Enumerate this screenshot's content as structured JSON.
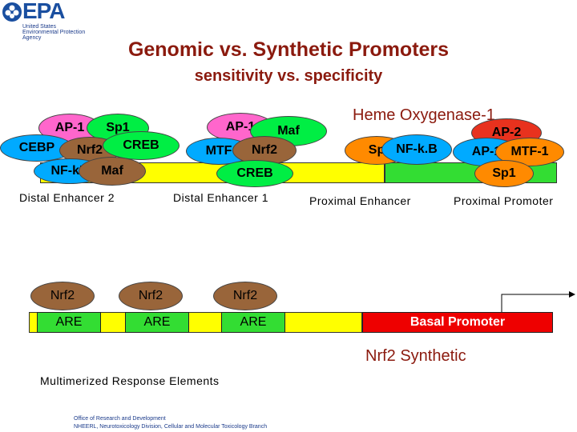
{
  "logo": {
    "name": "EPA",
    "lines": [
      "United States",
      "Environmental Protection",
      "Agency"
    ]
  },
  "title": "Genomic vs. Synthetic Promoters",
  "subtitle": "sensitivity vs. specificity",
  "heme_title": "Heme Oxygenase-1",
  "distal2": {
    "label": "Distal Enhancer 2",
    "ovals": [
      "AP-1",
      "Sp1",
      "CEBP",
      "Nrf2",
      "CREB",
      "NF-kB",
      "Maf"
    ]
  },
  "distal1": {
    "label": "Distal Enhancer 1",
    "ovals": [
      "AP-1",
      "Maf",
      "MTF",
      "Nrf2",
      "CREB"
    ]
  },
  "proximal_enhancer": {
    "label": "Proximal Enhancer",
    "ovals": [
      "Sp",
      "NF-k.B"
    ]
  },
  "proximal_promoter": {
    "label": "Proximal Promoter",
    "ovals": [
      "AP-2",
      "AP-1",
      "MTF-1",
      "Sp1"
    ]
  },
  "synthetic": {
    "nrf2": [
      "Nrf2",
      "Nrf2",
      "Nrf2"
    ],
    "are": [
      "ARE",
      "ARE",
      "ARE"
    ],
    "basal": "Basal Promoter",
    "label": "Nrf2 Synthetic",
    "multimerized": "Multimerized Response Elements"
  },
  "footer": {
    "line1": "Office of Research and Development",
    "line2": "NHEERL, Neurotoxicology Division, Cellular and Molecular Toxicology Branch"
  },
  "colors": {
    "title": "#8b1a0e",
    "bar_yellow": "#ffff00",
    "bar_green": "#33dd33",
    "basal_red": "#ee0000"
  }
}
